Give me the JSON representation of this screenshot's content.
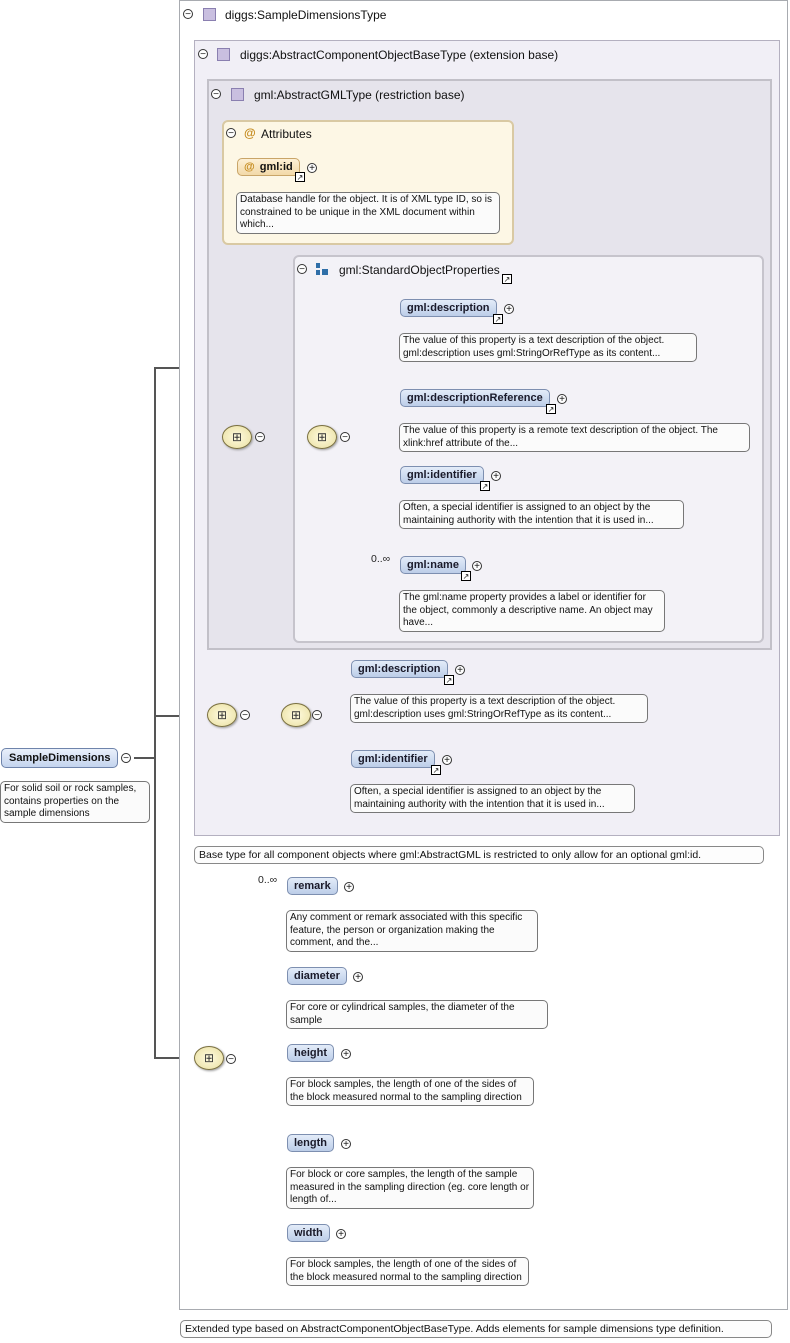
{
  "root": {
    "name": "SampleDimensions",
    "doc": "For solid soil or rock samples, contains properties on the sample dimensions"
  },
  "type": {
    "title": "diggs:SampleDimensionsType",
    "doc": "Extended type based on AbstractComponentObjectBaseType. Adds elements for sample dimensions type definition."
  },
  "base": {
    "title": "diggs:AbstractComponentObjectBaseType (extension base)",
    "doc": "Base type for all component objects where gml:AbstractGML is restricted to only allow for an optional gml:id."
  },
  "gml_type": {
    "title": "gml:AbstractGMLType (restriction base)"
  },
  "attributes": {
    "title": "Attributes",
    "gml_id": {
      "name": "gml:id",
      "doc": "Database handle for the object. It is of XML type ID, so is constrained to be unique in the XML document within which..."
    }
  },
  "std_props": {
    "title": "gml:StandardObjectProperties",
    "elements": [
      {
        "name": "gml:description",
        "doc": "The value of this property is a text description of the object. gml:description uses gml:StringOrRefType as its content..."
      },
      {
        "name": "gml:descriptionReference",
        "doc": "The value of this property is a remote text description of the object. The xlink:href attribute of the..."
      },
      {
        "name": "gml:identifier",
        "doc": "Often, a special identifier is assigned to an object by the maintaining authority with the intention that it is used in..."
      },
      {
        "name": "gml:name",
        "card": "0..∞",
        "doc": "The gml:name property provides a label or identifier for the object, commonly a descriptive name. An object may have..."
      }
    ]
  },
  "restricted": {
    "elements": [
      {
        "name": "gml:description",
        "doc": "The value of this property is a text description of the object. gml:description uses gml:StringOrRefType as its content..."
      },
      {
        "name": "gml:identifier",
        "doc": "Often, a special identifier is assigned to an object by the maintaining authority with the intention that it is used in..."
      }
    ]
  },
  "dims": {
    "elements": [
      {
        "name": "remark",
        "card": "0..∞",
        "doc": "Any comment or remark associated with this specific feature, the person or organization making the comment, and the..."
      },
      {
        "name": "diameter",
        "doc": "For core or cylindrical samples, the diameter of the sample"
      },
      {
        "name": "height",
        "doc": "For block samples, the length of one of the sides of the block measured normal to the sampling direction"
      },
      {
        "name": "length",
        "doc": "For block or core samples, the length of the sample measured in the sampling direction (eg. core length or length of..."
      },
      {
        "name": "width",
        "doc": "For block samples, the length of one of the sides of the block measured normal to the sampling direction"
      }
    ]
  },
  "icons": {
    "toggle": "⊖",
    "sequence": "sequence-compositor-icon",
    "type": "complex-type-icon",
    "group": "group-icon",
    "reference": "↗",
    "attribute": "@"
  }
}
